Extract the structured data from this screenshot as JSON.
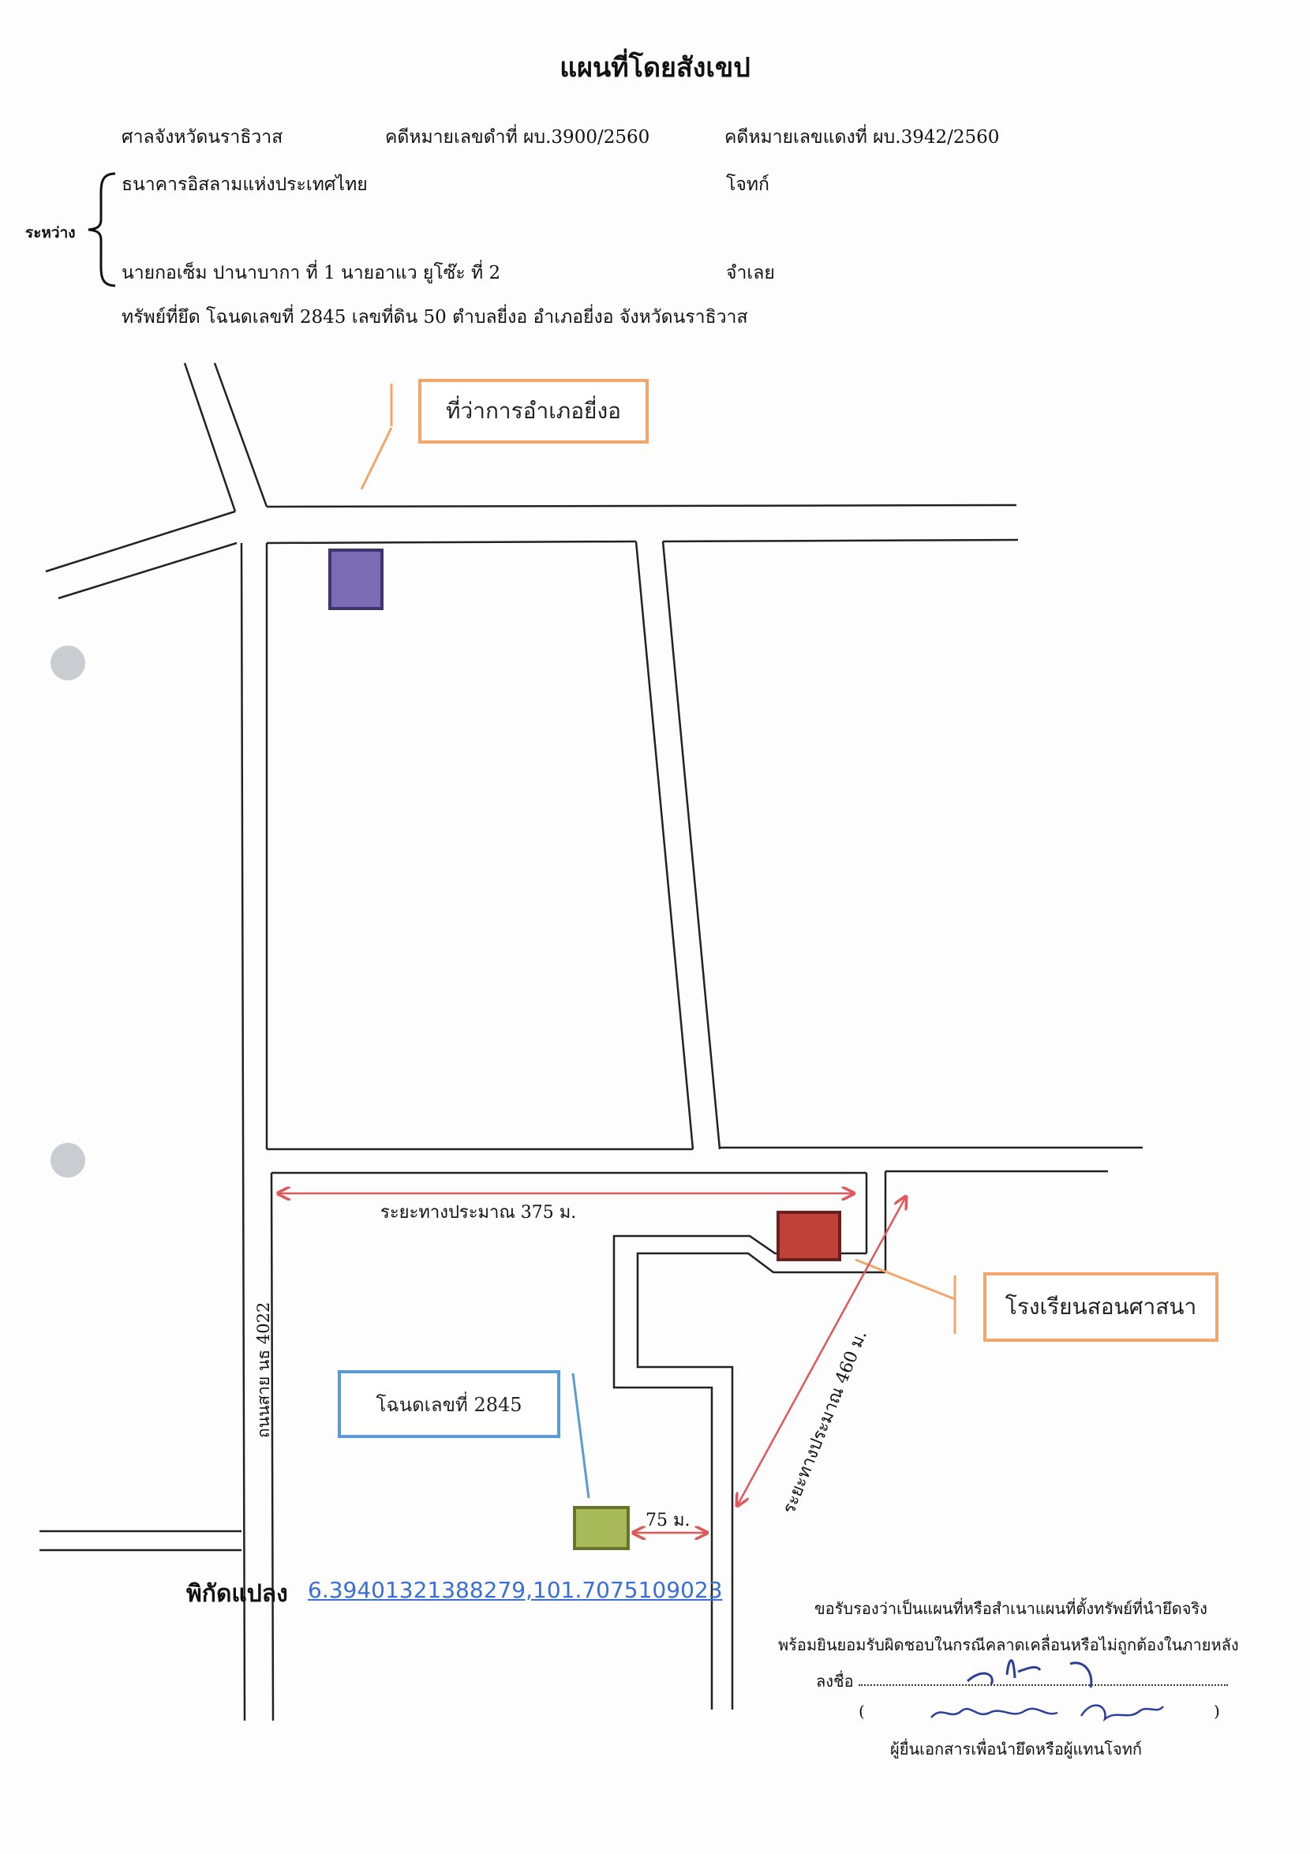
{
  "header": {
    "title": "แผนที่โดยสังเขป",
    "court": "ศาลจังหวัดนราธิวาส",
    "black_case": "คดีหมายเลขดำที่ ผบ.3900/2560",
    "red_case": "คดีหมายเลขแดงที่ ผบ.3942/2560",
    "between_label": "ระหว่าง",
    "plaintiff_name": "ธนาคารอิสลามแห่งประเทศไทย",
    "plaintiff_role": "โจทก์",
    "defendant_names": "นายกอเซ็ม ปานาบากา ที่ 1 นายอาแว ยูโซ๊ะ ที่ 2",
    "defendant_role": "จำเลย",
    "property": "ทรัพย์ที่ยึด โฉนดเลขที่ 2845 เลขที่ดิน 50 ตำบลยี่งอ อำเภอยี่งอ จังหวัดนราธิวาส"
  },
  "map": {
    "district_office_label": "ที่ว่าการอำเภอยี่งอ",
    "school_label": "โรงเรียนสอนศาสนา",
    "deed_label": "โฉนดเลขที่ 2845",
    "road_label": "ถนนสาย นธ 4022",
    "distance_375": "ระยะทางประมาณ 375 ม.",
    "distance_460": "ระยะทางประมาณ 460 ม.",
    "distance_75": "75 ม.",
    "colors": {
      "district_marker": "#7b6bb5",
      "school_marker": "#c0413a",
      "parcel_marker": "#a8b95a",
      "arrow": "#e0585a",
      "orange_callout": "#f2a66a",
      "blue_callout": "#5b9bd5"
    }
  },
  "coordinates": {
    "label": "พิกัดแปลง",
    "value": "6.39401321388279,101.7075109023"
  },
  "certification": {
    "line1": "ขอรับรองว่าเป็นแผนที่หรือสำเนาแผนที่ตั้งทรัพย์ที่นำยึดจริง",
    "line2": "พร้อมยินยอมรับผิดชอบในกรณีคลาดเคลื่อนหรือไม่ถูกต้องในภายหลัง",
    "sign_label": "ลงชื่อ",
    "open_paren": "(",
    "close_paren": ")",
    "signer_role": "ผู้ยื่นเอกสารเพื่อนำยึดหรือผู้แทนโจทก์"
  }
}
